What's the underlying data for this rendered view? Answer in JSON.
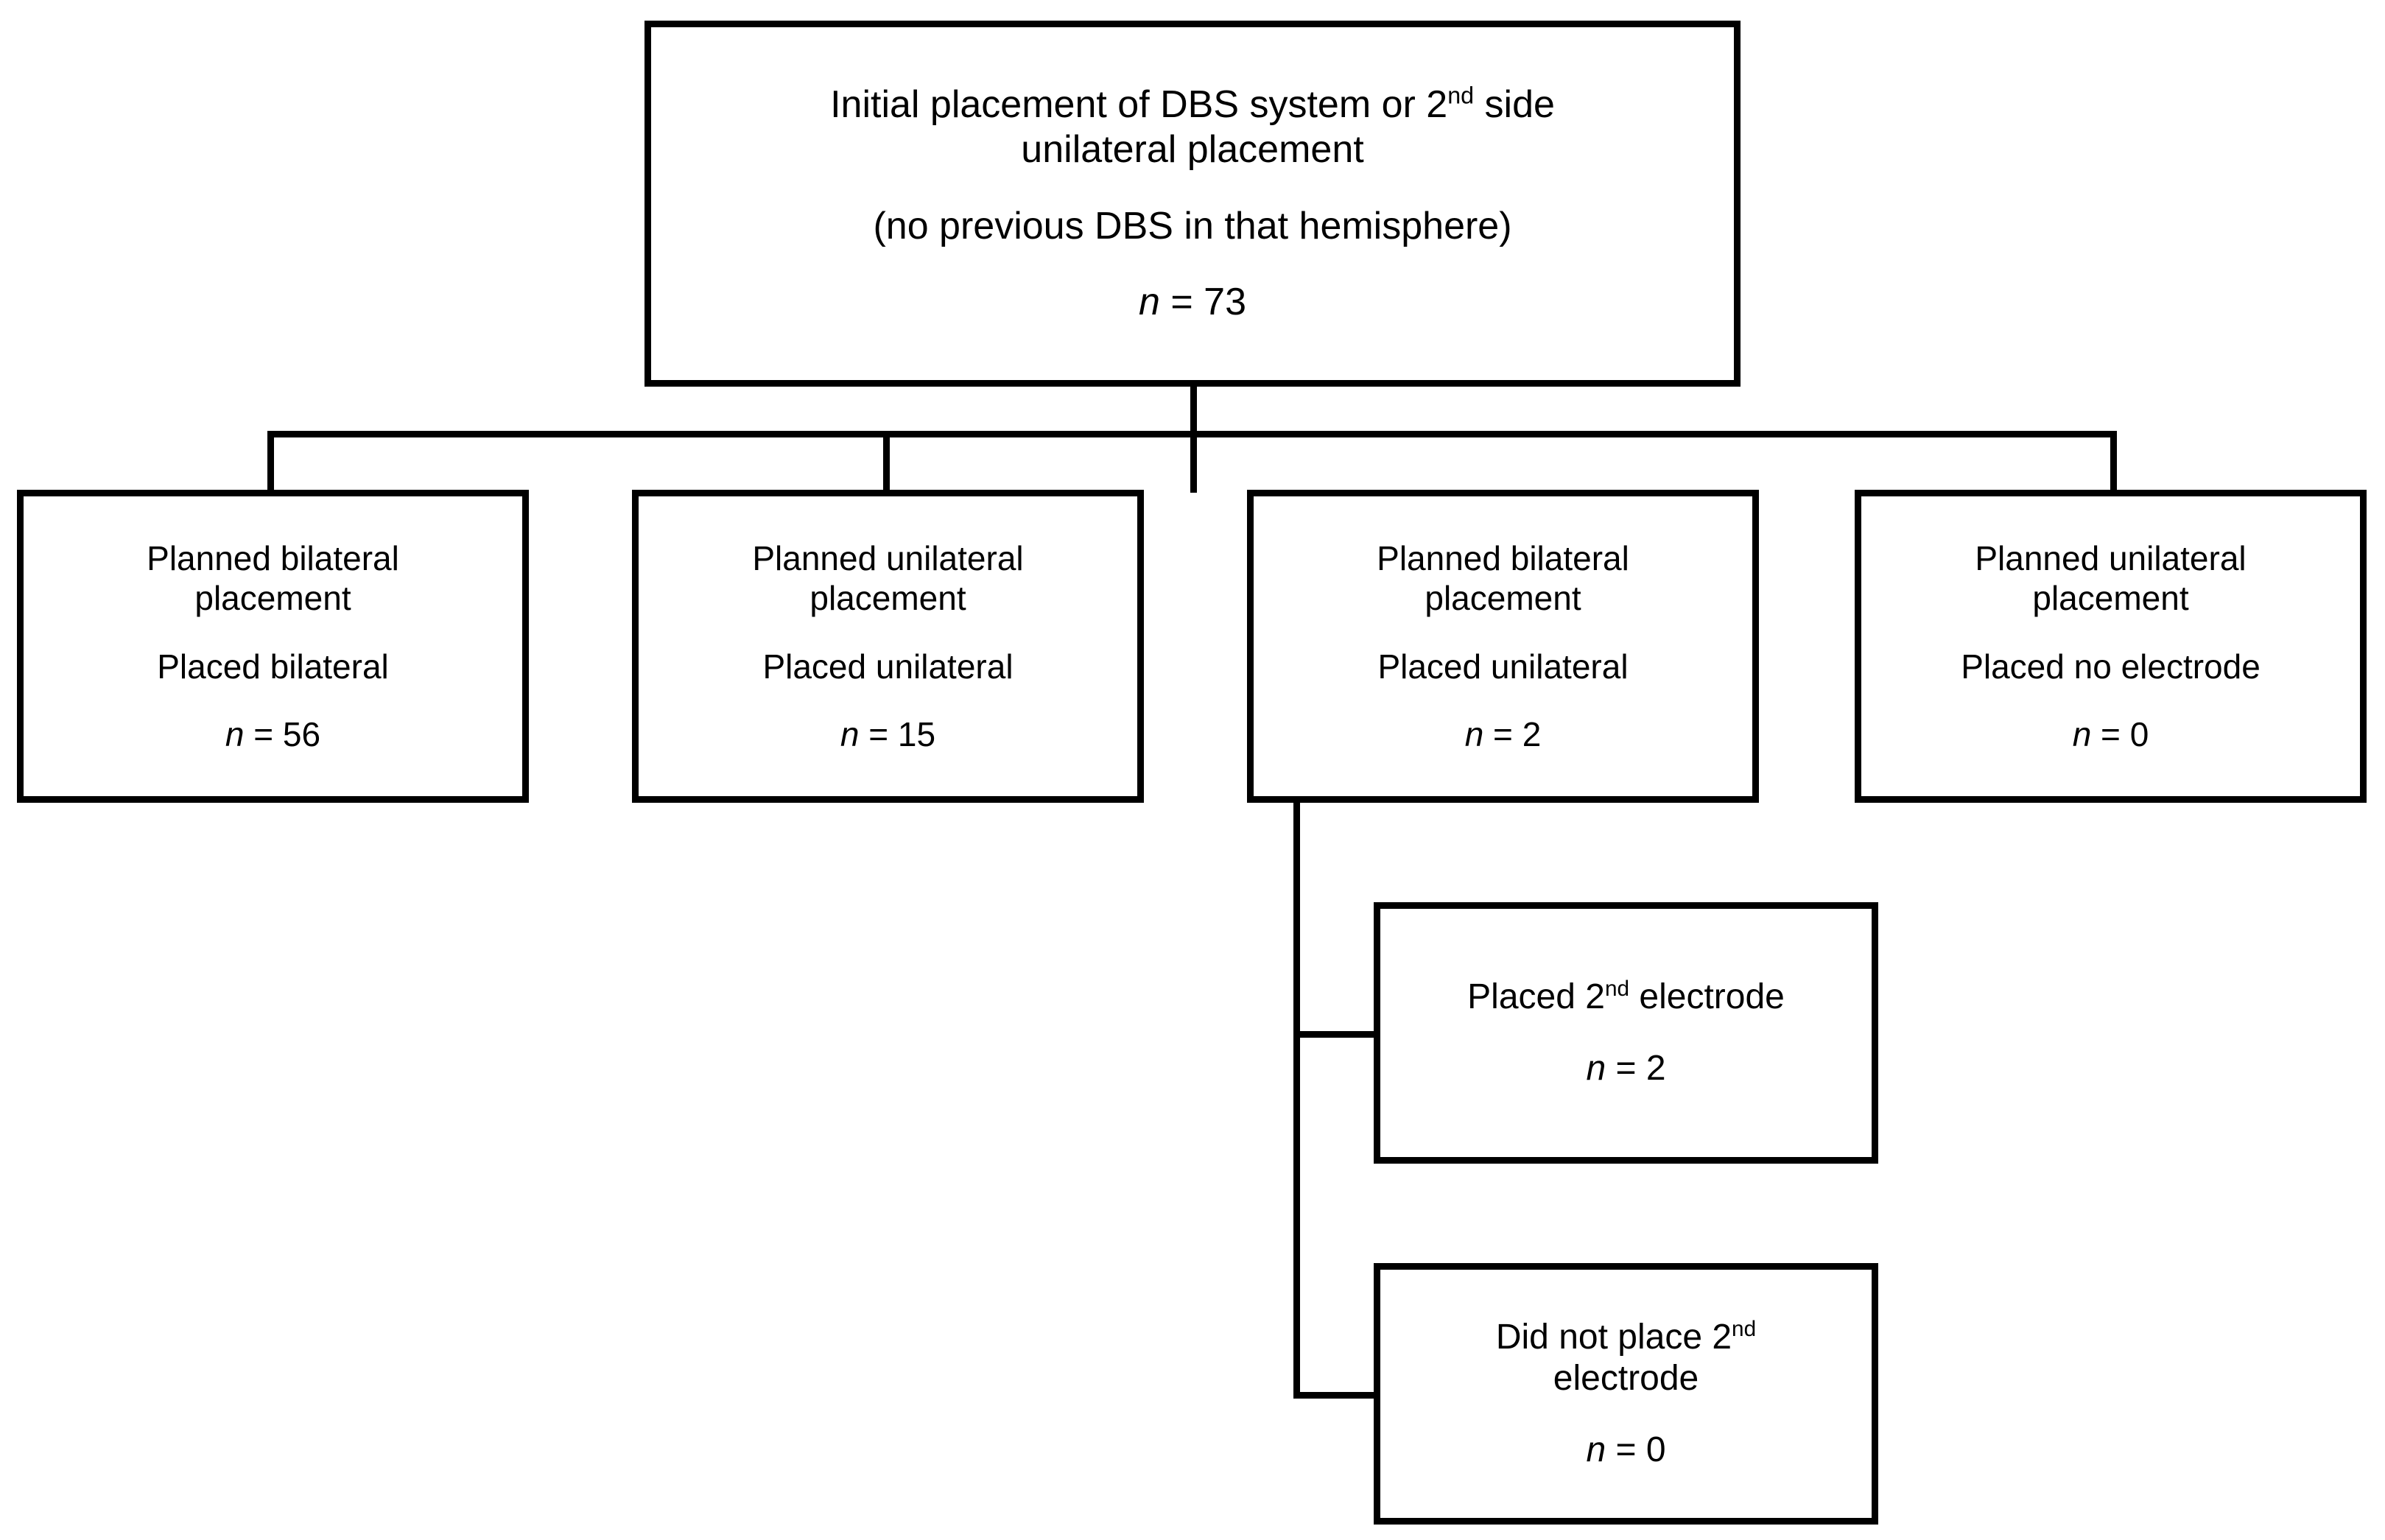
{
  "chart_data": {
    "type": "diagram",
    "title": "DBS electrode placement flow",
    "nodes": [
      {
        "id": "root",
        "lines": [
          "Initial placement of DBS system or 2nd side unilateral placement",
          "(no previous DBS in that hemisphere)"
        ],
        "n_label": "n = 73",
        "n_value": 73
      },
      {
        "id": "b1",
        "lines": [
          "Planned bilateral placement",
          "Placed bilateral"
        ],
        "n_label": "n = 56",
        "n_value": 56
      },
      {
        "id": "b2",
        "lines": [
          "Planned unilateral placement",
          "Placed unilateral"
        ],
        "n_label": "n = 15",
        "n_value": 15
      },
      {
        "id": "b3",
        "lines": [
          "Planned bilateral placement",
          "Placed unilateral"
        ],
        "n_label": "n = 2",
        "n_value": 2
      },
      {
        "id": "b4",
        "lines": [
          "Planned unilateral placement",
          "Placed no electrode"
        ],
        "n_label": "n = 0",
        "n_value": 0
      },
      {
        "id": "s1",
        "lines": [
          "Placed 2nd electrode"
        ],
        "n_label": "n = 2",
        "n_value": 2
      },
      {
        "id": "s2",
        "lines": [
          "Did not place 2nd electrode"
        ],
        "n_label": "n = 0",
        "n_value": 0
      }
    ],
    "edges": [
      {
        "from": "root",
        "to": "b1"
      },
      {
        "from": "root",
        "to": "b2"
      },
      {
        "from": "root",
        "to": "b3"
      },
      {
        "from": "root",
        "to": "b4"
      },
      {
        "from": "b3",
        "to": "s1"
      },
      {
        "from": "b3",
        "to": "s2"
      }
    ],
    "colors": {
      "stroke": "#000000",
      "fill": "#ffffff",
      "text": "#000000"
    }
  },
  "root": {
    "line1_a": "Initial placement of DBS system or 2",
    "line1_sup": "nd",
    "line1_b": " side",
    "line2": "unilateral placement",
    "line3": "(no previous DBS in that hemisphere)",
    "n_italic": "n",
    "n_rest": " = 73"
  },
  "boxes": [
    {
      "title_line1": "Planned bilateral",
      "title_line2": "placement",
      "placed": "Placed bilateral",
      "n_italic": "n",
      "n_rest": " = 56"
    },
    {
      "title_line1": "Planned unilateral",
      "title_line2": "placement",
      "placed": "Placed unilateral",
      "n_italic": "n",
      "n_rest": " = 15"
    },
    {
      "title_line1": "Planned bilateral",
      "title_line2": "placement",
      "placed": "Placed unilateral",
      "n_italic": "n",
      "n_rest": " = 2"
    },
    {
      "title_line1": "Planned unilateral",
      "title_line2": "placement",
      "placed": "Placed no electrode",
      "n_italic": "n",
      "n_rest": " = 0"
    }
  ],
  "subboxes": [
    {
      "line1_a": "Placed 2",
      "line1_sup": "nd",
      "line1_b": " electrode",
      "line2": "",
      "n_italic": "n",
      "n_rest": " = 2"
    },
    {
      "line1_a": "Did not place 2",
      "line1_sup": "nd",
      "line1_b": "",
      "line2": "electrode",
      "n_italic": "n",
      "n_rest": " = 0"
    }
  ]
}
